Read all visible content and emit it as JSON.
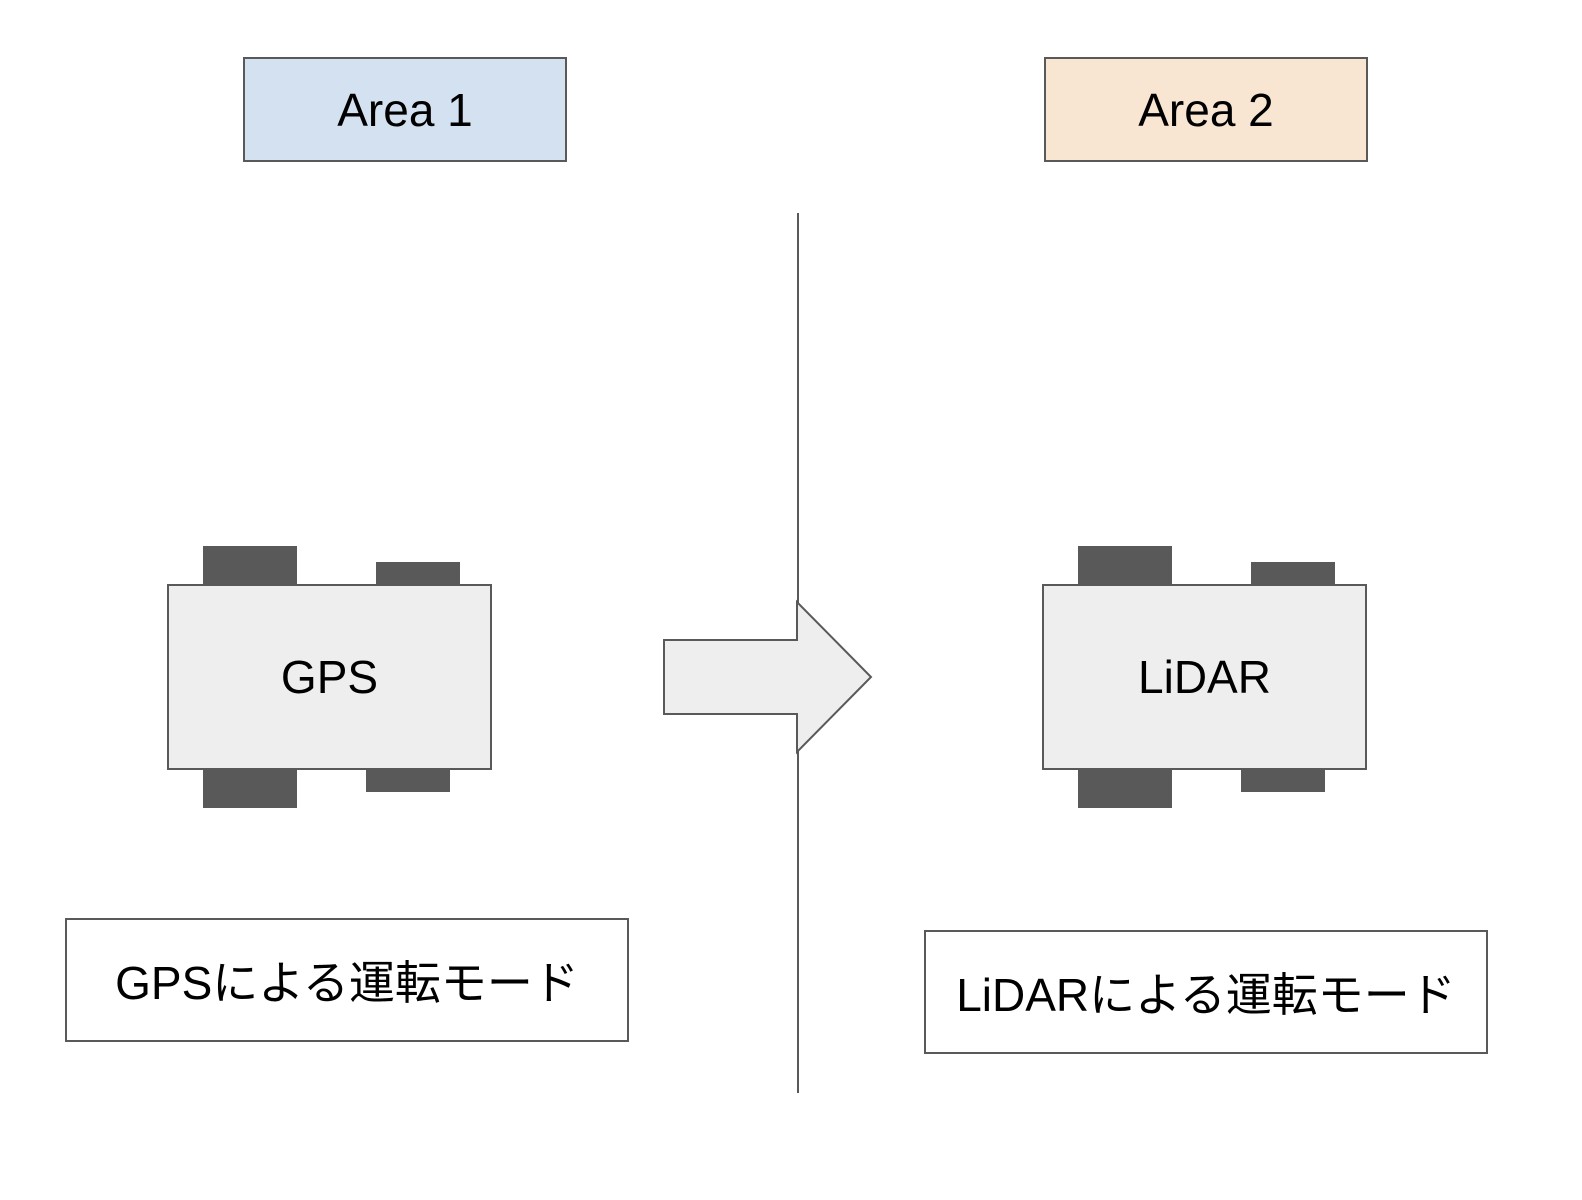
{
  "areas": [
    {
      "label": "Area 1",
      "color": "#d4e1f0"
    },
    {
      "label": "Area 2",
      "color": "#f8e5d2"
    }
  ],
  "vehicles": [
    {
      "label": "GPS"
    },
    {
      "label": "LiDAR"
    }
  ],
  "modes": [
    {
      "label": "GPSによる運転モード"
    },
    {
      "label": "LiDARによる運転モード"
    }
  ],
  "colors": {
    "stroke": "#595959",
    "vehicle_body": "#eeeeee",
    "wheel": "#595959",
    "arrow_fill": "#eeeeee"
  },
  "icons": {
    "transition_arrow": "right-arrow-icon"
  }
}
